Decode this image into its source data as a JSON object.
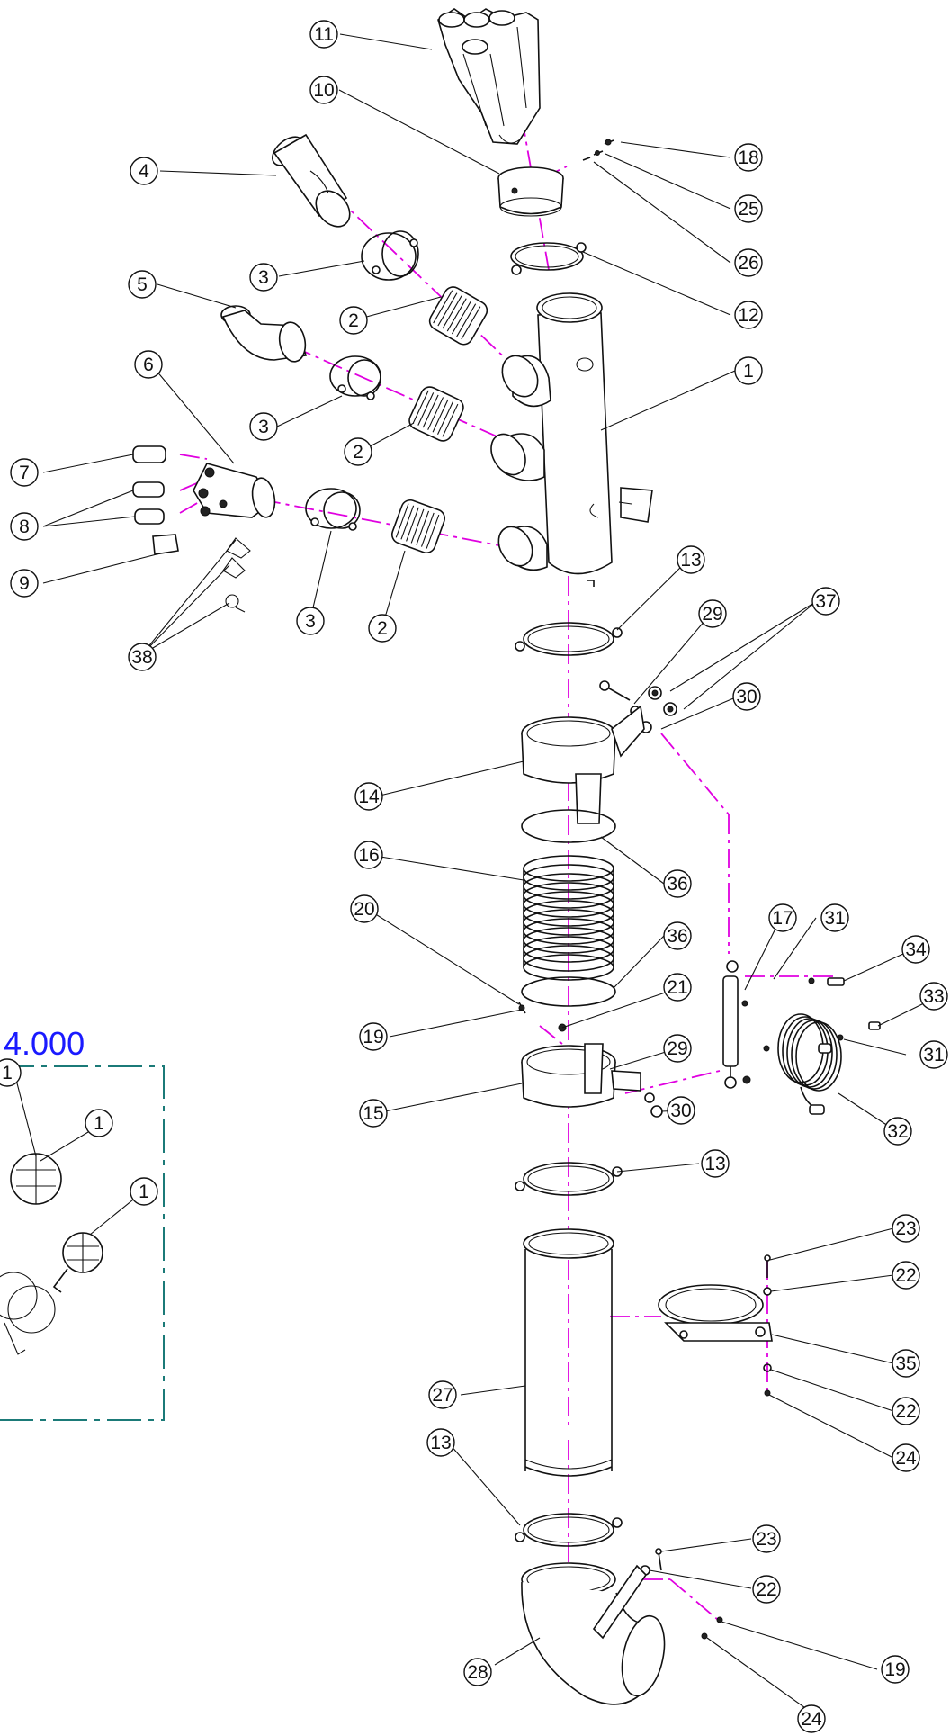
{
  "diagram": {
    "detail_view_label": "4.000",
    "balloons": [
      {
        "id": "b11",
        "text": "11"
      },
      {
        "id": "b10",
        "text": "10"
      },
      {
        "id": "b18",
        "text": "18"
      },
      {
        "id": "b25",
        "text": "25"
      },
      {
        "id": "b26",
        "text": "26"
      },
      {
        "id": "b12",
        "text": "12"
      },
      {
        "id": "b4",
        "text": "4"
      },
      {
        "id": "b3a",
        "text": "3"
      },
      {
        "id": "b5",
        "text": "5"
      },
      {
        "id": "b2a",
        "text": "2"
      },
      {
        "id": "b1",
        "text": "1"
      },
      {
        "id": "b6",
        "text": "6"
      },
      {
        "id": "b3b",
        "text": "3"
      },
      {
        "id": "b2b",
        "text": "2"
      },
      {
        "id": "b7",
        "text": "7"
      },
      {
        "id": "b8",
        "text": "8"
      },
      {
        "id": "b9",
        "text": "9"
      },
      {
        "id": "b38",
        "text": "38"
      },
      {
        "id": "b3c",
        "text": "3"
      },
      {
        "id": "b2c",
        "text": "2"
      },
      {
        "id": "b13a",
        "text": "13"
      },
      {
        "id": "b29a",
        "text": "29"
      },
      {
        "id": "b37",
        "text": "37"
      },
      {
        "id": "b30a",
        "text": "30"
      },
      {
        "id": "b14",
        "text": "14"
      },
      {
        "id": "b36a",
        "text": "36"
      },
      {
        "id": "b16",
        "text": "16"
      },
      {
        "id": "b20",
        "text": "20"
      },
      {
        "id": "b36b",
        "text": "36"
      },
      {
        "id": "b17",
        "text": "17"
      },
      {
        "id": "b31a",
        "text": "31"
      },
      {
        "id": "b34",
        "text": "34"
      },
      {
        "id": "b33",
        "text": "33"
      },
      {
        "id": "b21",
        "text": "21"
      },
      {
        "id": "b19a",
        "text": "19"
      },
      {
        "id": "b29b",
        "text": "29"
      },
      {
        "id": "b31b",
        "text": "31"
      },
      {
        "id": "b15",
        "text": "15"
      },
      {
        "id": "b30b",
        "text": "30"
      },
      {
        "id": "b32",
        "text": "32"
      },
      {
        "id": "b13b",
        "text": "13"
      },
      {
        "id": "b23a",
        "text": "23"
      },
      {
        "id": "b22a",
        "text": "22"
      },
      {
        "id": "b35",
        "text": "35"
      },
      {
        "id": "b27",
        "text": "27"
      },
      {
        "id": "b22b",
        "text": "22"
      },
      {
        "id": "b24a",
        "text": "24"
      },
      {
        "id": "b13c",
        "text": "13"
      },
      {
        "id": "b23b",
        "text": "23"
      },
      {
        "id": "b22c",
        "text": "22"
      },
      {
        "id": "b19b",
        "text": "19"
      },
      {
        "id": "b28",
        "text": "28"
      },
      {
        "id": "b24b",
        "text": "24"
      },
      {
        "id": "d1a",
        "text": "1"
      },
      {
        "id": "d1b",
        "text": "1"
      },
      {
        "id": "d1c",
        "text": "1"
      }
    ],
    "colors": {
      "ink": "#111111",
      "centerline": "#e000e0",
      "detail_border": "#1b7a78",
      "detail_text": "#1a1aff"
    }
  }
}
